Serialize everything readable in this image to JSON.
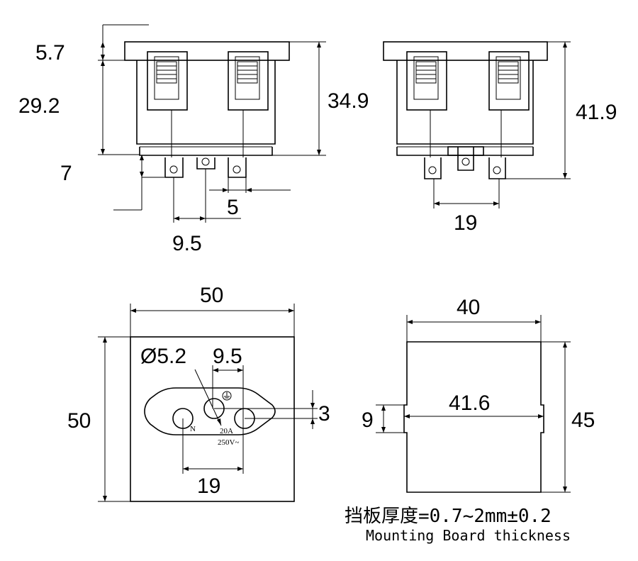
{
  "side_view": {
    "dim_top": "5.7",
    "dim_mid": "29.2",
    "dim_total": "34.9",
    "dim_pin": "7",
    "dim_pin_gap": "5",
    "dim_pin_spacing": "9.5"
  },
  "rear_view": {
    "dim_height": "41.9",
    "dim_pin_spacing": "19"
  },
  "front_view": {
    "dim_width": "50",
    "dim_height": "50",
    "dim_hole_dia": "Ø5.2",
    "dim_hole_spacing": "9.5",
    "dim_offset": "3",
    "dim_bottom_spacing": "19",
    "label_rating_current": "20A",
    "label_rating_voltage": "250V~",
    "label_neutral": "N"
  },
  "cutout_view": {
    "dim_width": "40",
    "dim_inner_width": "41.6",
    "dim_notch": "9",
    "dim_height": "45"
  },
  "note": {
    "chinese": "挡板厚度=0.7~2mm±0.2",
    "english": "Mounting Board thickness"
  }
}
